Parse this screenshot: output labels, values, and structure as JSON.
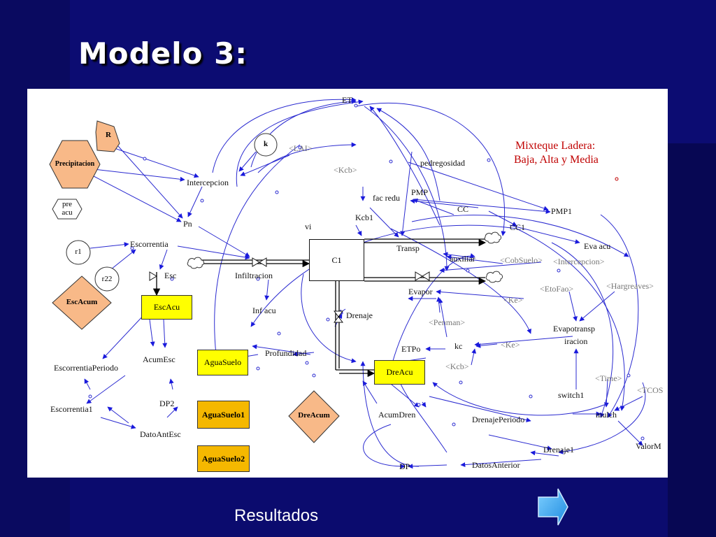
{
  "slide": {
    "title": "Modelo 3:",
    "results_label": "Resultados",
    "next_icon": "arrow-right-icon"
  },
  "diagram": {
    "annotation_line1": "Mixteque Ladera:",
    "annotation_line2": "Baja, Alta y Media",
    "stocks": {
      "c1": "C1"
    },
    "yellow_boxes": {
      "escacu": "EscAcu",
      "aguasuelo": "AguaSuelo",
      "dreacu": "DreAcu"
    },
    "orange_boxes": {
      "aguasuelo1": "AguaSuelo1",
      "aguasuelo2": "AguaSuelo2"
    },
    "diamonds": {
      "escacum": "EscAcum",
      "dreacum": "DreAcum"
    },
    "hexagons": {
      "r": "R",
      "precipitacion": "Precipitacion"
    },
    "hex_white": {
      "pre_acu_1": "pre",
      "pre_acu_2": "acu"
    },
    "circles": {
      "k": "k",
      "r1": "r1",
      "r22": "r22"
    },
    "variables": {
      "et": "ET",
      "lai": "<LAI>",
      "kcb": "<Kcb>",
      "pedregosidad": "pedregosidad",
      "intercepcion": "Intercepcion",
      "fac_redu": "fac redu",
      "pmp": "PMP",
      "pmp1": "PMP1",
      "cc": "CC",
      "cc1": "CC1",
      "kcb1": "Kcb1",
      "vi": "vi",
      "pn": "Pn",
      "escorrentia": "Escorrentia",
      "transp": "Transp",
      "eva_acu": "Eva acu",
      "auxiliar": "auxiliar",
      "cobsuelo": "<CobSuelo>",
      "intercepcion_shadow": "<Intercepcion>",
      "infiltracion": "Infiltracion",
      "esc": "Esc",
      "evapor": "Evapor",
      "etofao": "<EtoFao>",
      "hargreaves": "<Hargreaves>",
      "ke1": "<Ke>",
      "inf_acu": "Inf acu",
      "drenaje": "Drenaje",
      "penman": "<Penman>",
      "evapotransp_1": "Evapotransp",
      "evapotransp_2": "iracion",
      "escorrentia_periodo": "EscorrentiaPeriodo",
      "acum_esc": "AcumEsc",
      "profundidad": "Profundidad",
      "etpo": "ETPo",
      "kc": "kc",
      "ke2": "<Ke>",
      "kcb2": "<Kcb>",
      "time": "<Time>",
      "tcos": "<TCOS",
      "escorrentia1": "Escorrentia1",
      "dp2": "DP2",
      "switch1": "switch1",
      "dato_ant_esc": "DatoAntEsc",
      "acum_dren": "AcumDren",
      "drenaje_periodo": "DrenajePeriodo",
      "mulch": "mulch",
      "drenaje1": "Drenaje1",
      "valor_m": "ValorM",
      "dp": "DP",
      "datos_anterior": "DatosAnterior"
    }
  }
}
